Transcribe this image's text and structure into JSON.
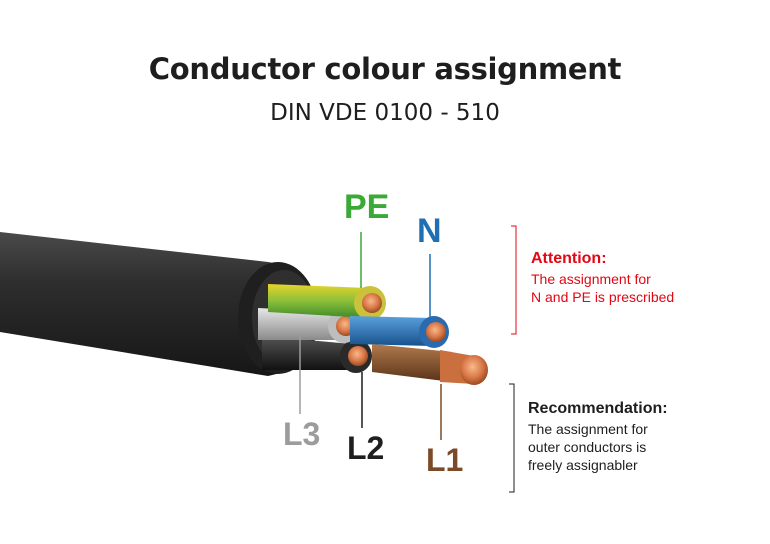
{
  "title": "Conductor colour assignment",
  "subtitle": "DIN VDE 0100 - 510",
  "colors": {
    "pe": "#3aa935",
    "n": "#1f6fb5",
    "l3": "#9c9c9c",
    "l2": "#1e1e1e",
    "l1": "#7b4a26",
    "attention": "#e30613",
    "text": "#1e1e1e",
    "sheath": "#2c2c2c"
  },
  "labels": {
    "pe": "PE",
    "n": "N",
    "l3": "L3",
    "l2": "L2",
    "l1": "L1"
  },
  "attention": {
    "heading": "Attention:",
    "text": "The assignment for\nN and PE is prescribed"
  },
  "recommendation": {
    "heading": "Recommendation:",
    "text": "The assignment for\nouter conductors is\nfreely assignabler"
  }
}
